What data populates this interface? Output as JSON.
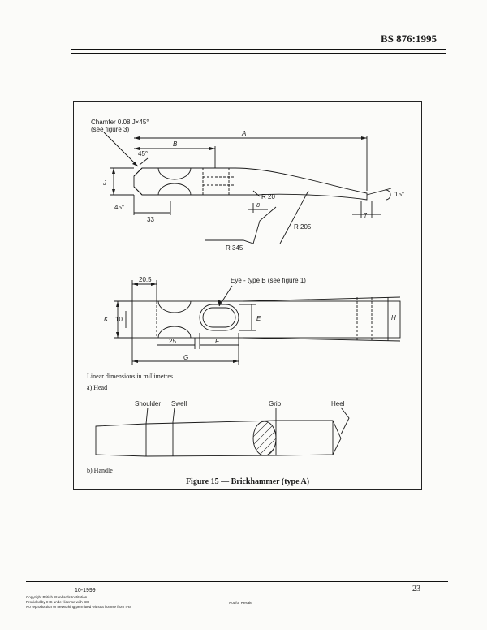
{
  "header": {
    "standard_number": "BS 876:1995"
  },
  "head_drawing": {
    "chamfer_note_line1": "Chamfer 0.08 J×45°",
    "chamfer_note_line2": "(see figure 3)",
    "dim_A": "A",
    "dim_B": "B",
    "dim_J": "J",
    "dim_45_top": "45°",
    "dim_45_bottom": "45°",
    "dim_33": "33",
    "dim_R20": "R 20",
    "dim_8": "8",
    "dim_R205": "R 205",
    "dim_R345": "R 345",
    "dim_15deg": "15°",
    "dim_7": "7"
  },
  "head_plan": {
    "dim_20_5": "20.5",
    "eye_note": "Eye - type B (see figure 1)",
    "dim_K": "K",
    "dim_10": "10",
    "dim_E": "E",
    "dim_H": "H",
    "dim_25": "25",
    "dim_F": "F",
    "dim_G": "G"
  },
  "notes": {
    "linear_dimensions": "Linear dimensions in millimetres.",
    "part_a": "a) Head",
    "part_b": "b) Handle"
  },
  "handle_drawing": {
    "shoulder": "Shoulder",
    "swell": "Swell",
    "grip": "Grip",
    "heel": "Heel"
  },
  "figure": {
    "caption": "Figure 15 — Brickhammer (type A)"
  },
  "footer": {
    "date": "10-1999",
    "copyright_line1": "Copyright British Standards Institution",
    "copyright_line2": "Provided by IHS under license with BSI",
    "copyright_line3": "No reproduction or networking permitted without license from IHS",
    "not_for_resale": "Not for Resale",
    "page_number": "23"
  }
}
